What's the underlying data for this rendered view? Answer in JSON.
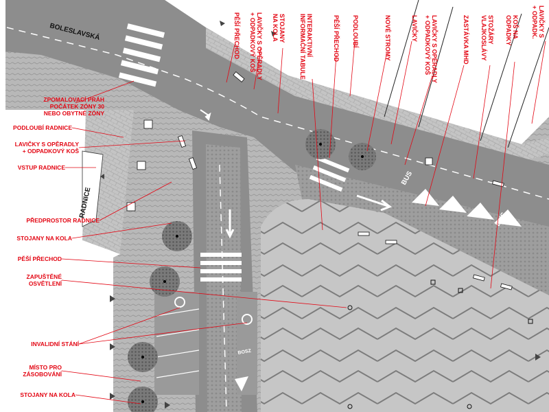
{
  "street_name": "BOLESLAVSKÁ",
  "building_name": "RADNICE",
  "road_markings": {
    "bus_1": "BUS",
    "bus_2": "BUS",
    "bosz": "BOSZ"
  },
  "left_labels": [
    {
      "id": "speed-bump",
      "lines": [
        "ZPOMALOVACÍ PRÁH",
        "POČÁTEK ZÓNY 30",
        "NEBO OBYTNÉ ZÓNY"
      ]
    },
    {
      "id": "arcade-town-hall",
      "lines": [
        "PODLOUBÍ RADNICE"
      ]
    },
    {
      "id": "benches-backrest",
      "lines": [
        "LAVIČKY S OPĚRADLY",
        "+ ODPADKOVÝ KOŠ"
      ]
    },
    {
      "id": "town-hall-entrance",
      "lines": [
        "VSTUP RADNICE"
      ]
    },
    {
      "id": "town-hall-forecourt",
      "lines": [
        "PŘEDPROSTOR RADNICE"
      ]
    },
    {
      "id": "bike-stands-1",
      "lines": [
        "STOJANY NA KOLA"
      ]
    },
    {
      "id": "crosswalk-left",
      "lines": [
        "PĚŠÍ PŘECHOD"
      ]
    },
    {
      "id": "recessed-lighting",
      "lines": [
        "ZAPUŠTĚNÉ",
        "OSVĚTLENÍ"
      ]
    },
    {
      "id": "disabled-parking",
      "lines": [
        "INVALIDNÍ STÁNÍ"
      ]
    },
    {
      "id": "delivery-spot",
      "lines": [
        "MÍSTO PRO",
        "ZÁSOBOVÁNÍ"
      ]
    },
    {
      "id": "bike-stands-2",
      "lines": [
        "STOJANY NA KOLA"
      ]
    }
  ],
  "top_labels": [
    {
      "id": "top-crosswalk-1",
      "lines": [
        "PĚŠÍ PŘECHOD"
      ]
    },
    {
      "id": "top-benches",
      "lines": [
        "LAVIČKY S OPĚRADLY",
        "+ ODPADKOVÝ KOŠ"
      ]
    },
    {
      "id": "top-bike-stands",
      "lines": [
        "STOJANY",
        "NA KOLA"
      ]
    },
    {
      "id": "top-info-board",
      "lines": [
        "INTERAKTIVNÍ",
        "INFORMAČNÍ TABULE"
      ]
    },
    {
      "id": "top-crosswalk-2",
      "lines": [
        "PĚŠÍ PŘECHOD"
      ]
    },
    {
      "id": "top-arcade",
      "lines": [
        "PODLOUBÍ"
      ]
    },
    {
      "id": "top-new-trees",
      "lines": [
        "NOVÉ STROMY"
      ]
    },
    {
      "id": "top-bench",
      "lines": [
        "LAVIČKY"
      ]
    },
    {
      "id": "top-benches-2",
      "lines": [
        "LAVIČKY S OPĚRADLY",
        "+ ODPADKOVÝ KOŠ"
      ]
    },
    {
      "id": "top-bus-stop",
      "lines": [
        "ZASTÁVKA MHD"
      ]
    },
    {
      "id": "top-flagpoles",
      "lines": [
        "STOŽÁRY",
        "VLAJKOSLÁVY"
      ]
    },
    {
      "id": "top-bin",
      "lines": [
        "KOŠ NA",
        "ODPADKY"
      ]
    },
    {
      "id": "top-edge",
      "lines": [
        "LAVIČKY S",
        "+ ODPADK."
      ]
    }
  ],
  "colors": {
    "accent": "#e30613",
    "asphalt": "#8d8d8d",
    "paving": "#bdbdbd",
    "plaza": "#c9c9c9",
    "line": "#111111"
  }
}
